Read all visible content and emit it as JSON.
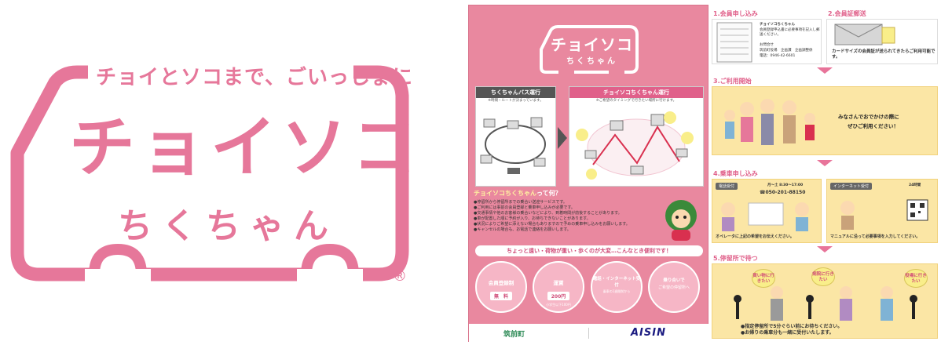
{
  "logo": {
    "tagline": "チョイとソコまで、ごいっしょに",
    "title": "チョイソコ",
    "subtitle": "ちくちゃん",
    "registered_mark": "®",
    "brand_color": "#e6779a"
  },
  "flyer": {
    "route_left": {
      "title": "ちくちゃんバス運行",
      "sub": "※時間・ルートが決まっています。"
    },
    "route_right": {
      "title": "チョイソコちくちゃん運行",
      "sub": "※ご希望のタイミングで行きたい場所に行けます。"
    },
    "what": {
      "title_main": "チョイソコちくちゃん",
      "title_tail": "って何？",
      "bullets": [
        "●停留所から停留所までの乗合い送迎サービスです。",
        "●ご利用には事前の会員登録と乗車申し込みが必要です。",
        "●交通事情や他のお客様の乗合いなどにより、到着時間が前後することがあります。",
        "●車が配置した順に予約が入り、お待ちできないことがあります。",
        "●状況によりご希望に添えない場合もありますので予めの乗車申し込みをお願いします。",
        "●キャンセルの場合も、お電話で連絡をお願いします。"
      ]
    },
    "convenient": "ちょっと遠い・荷物が重い・歩くのが大変…こんなとき便利です！",
    "circles": [
      {
        "title": "会員登録制",
        "value": "無　料",
        "note": ""
      },
      {
        "title": "運賃",
        "value": "200円",
        "note": "小学生以下100円"
      },
      {
        "title": "電話・インターネット受付",
        "value": "",
        "note": "乗車の1週間前から"
      },
      {
        "title": "乗り合いで",
        "value": "ご希望の停留所へ",
        "note": ""
      }
    ],
    "footer": {
      "town": "筑前町",
      "company": "AISIN"
    },
    "steps": {
      "s1": {
        "title": "1.会員申し込み",
        "name": "チョイソコちくちゃん",
        "note": "会員登録申込書に必要事項を記入し郵送ください。",
        "contact_label": "お問合せ",
        "contact_org": "筑前町役場　企画課　企画調整係",
        "contact_tel": "電話：0946-42-6601"
      },
      "s2": {
        "title": "2.会員証郵送",
        "caption": "カードサイズの会員証が送られてきたらご利用可能です。"
      },
      "s3": {
        "title": "3.ご利用開始",
        "caption_1": "みなさんでおでかけの際に",
        "caption_2": "ぜひご利用ください！"
      },
      "s4": {
        "title": "4.乗車申し込み",
        "phone_tag": "電話受付",
        "phone_hours": "月～土 8:30～17:00",
        "phone_number": "☎050-201-88150",
        "phone_caption": "オペレータに上記の希望をお伝えください。",
        "net_tag": "インターネット受付",
        "net_hours": "24時間",
        "net_caption": "マニュアルに沿って必要事項を入力してください。"
      },
      "s5": {
        "title": "5.停留所で待つ",
        "bubble_1": "買い物に行きたい",
        "bubble_2": "病院に行きたい",
        "bubble_3": "役場に行きたい",
        "note_1": "●指定停留所で5分ぐらい前にお待ちください。",
        "note_2": "●お帰りの乗車分も一緒に受付いたします。"
      }
    }
  }
}
